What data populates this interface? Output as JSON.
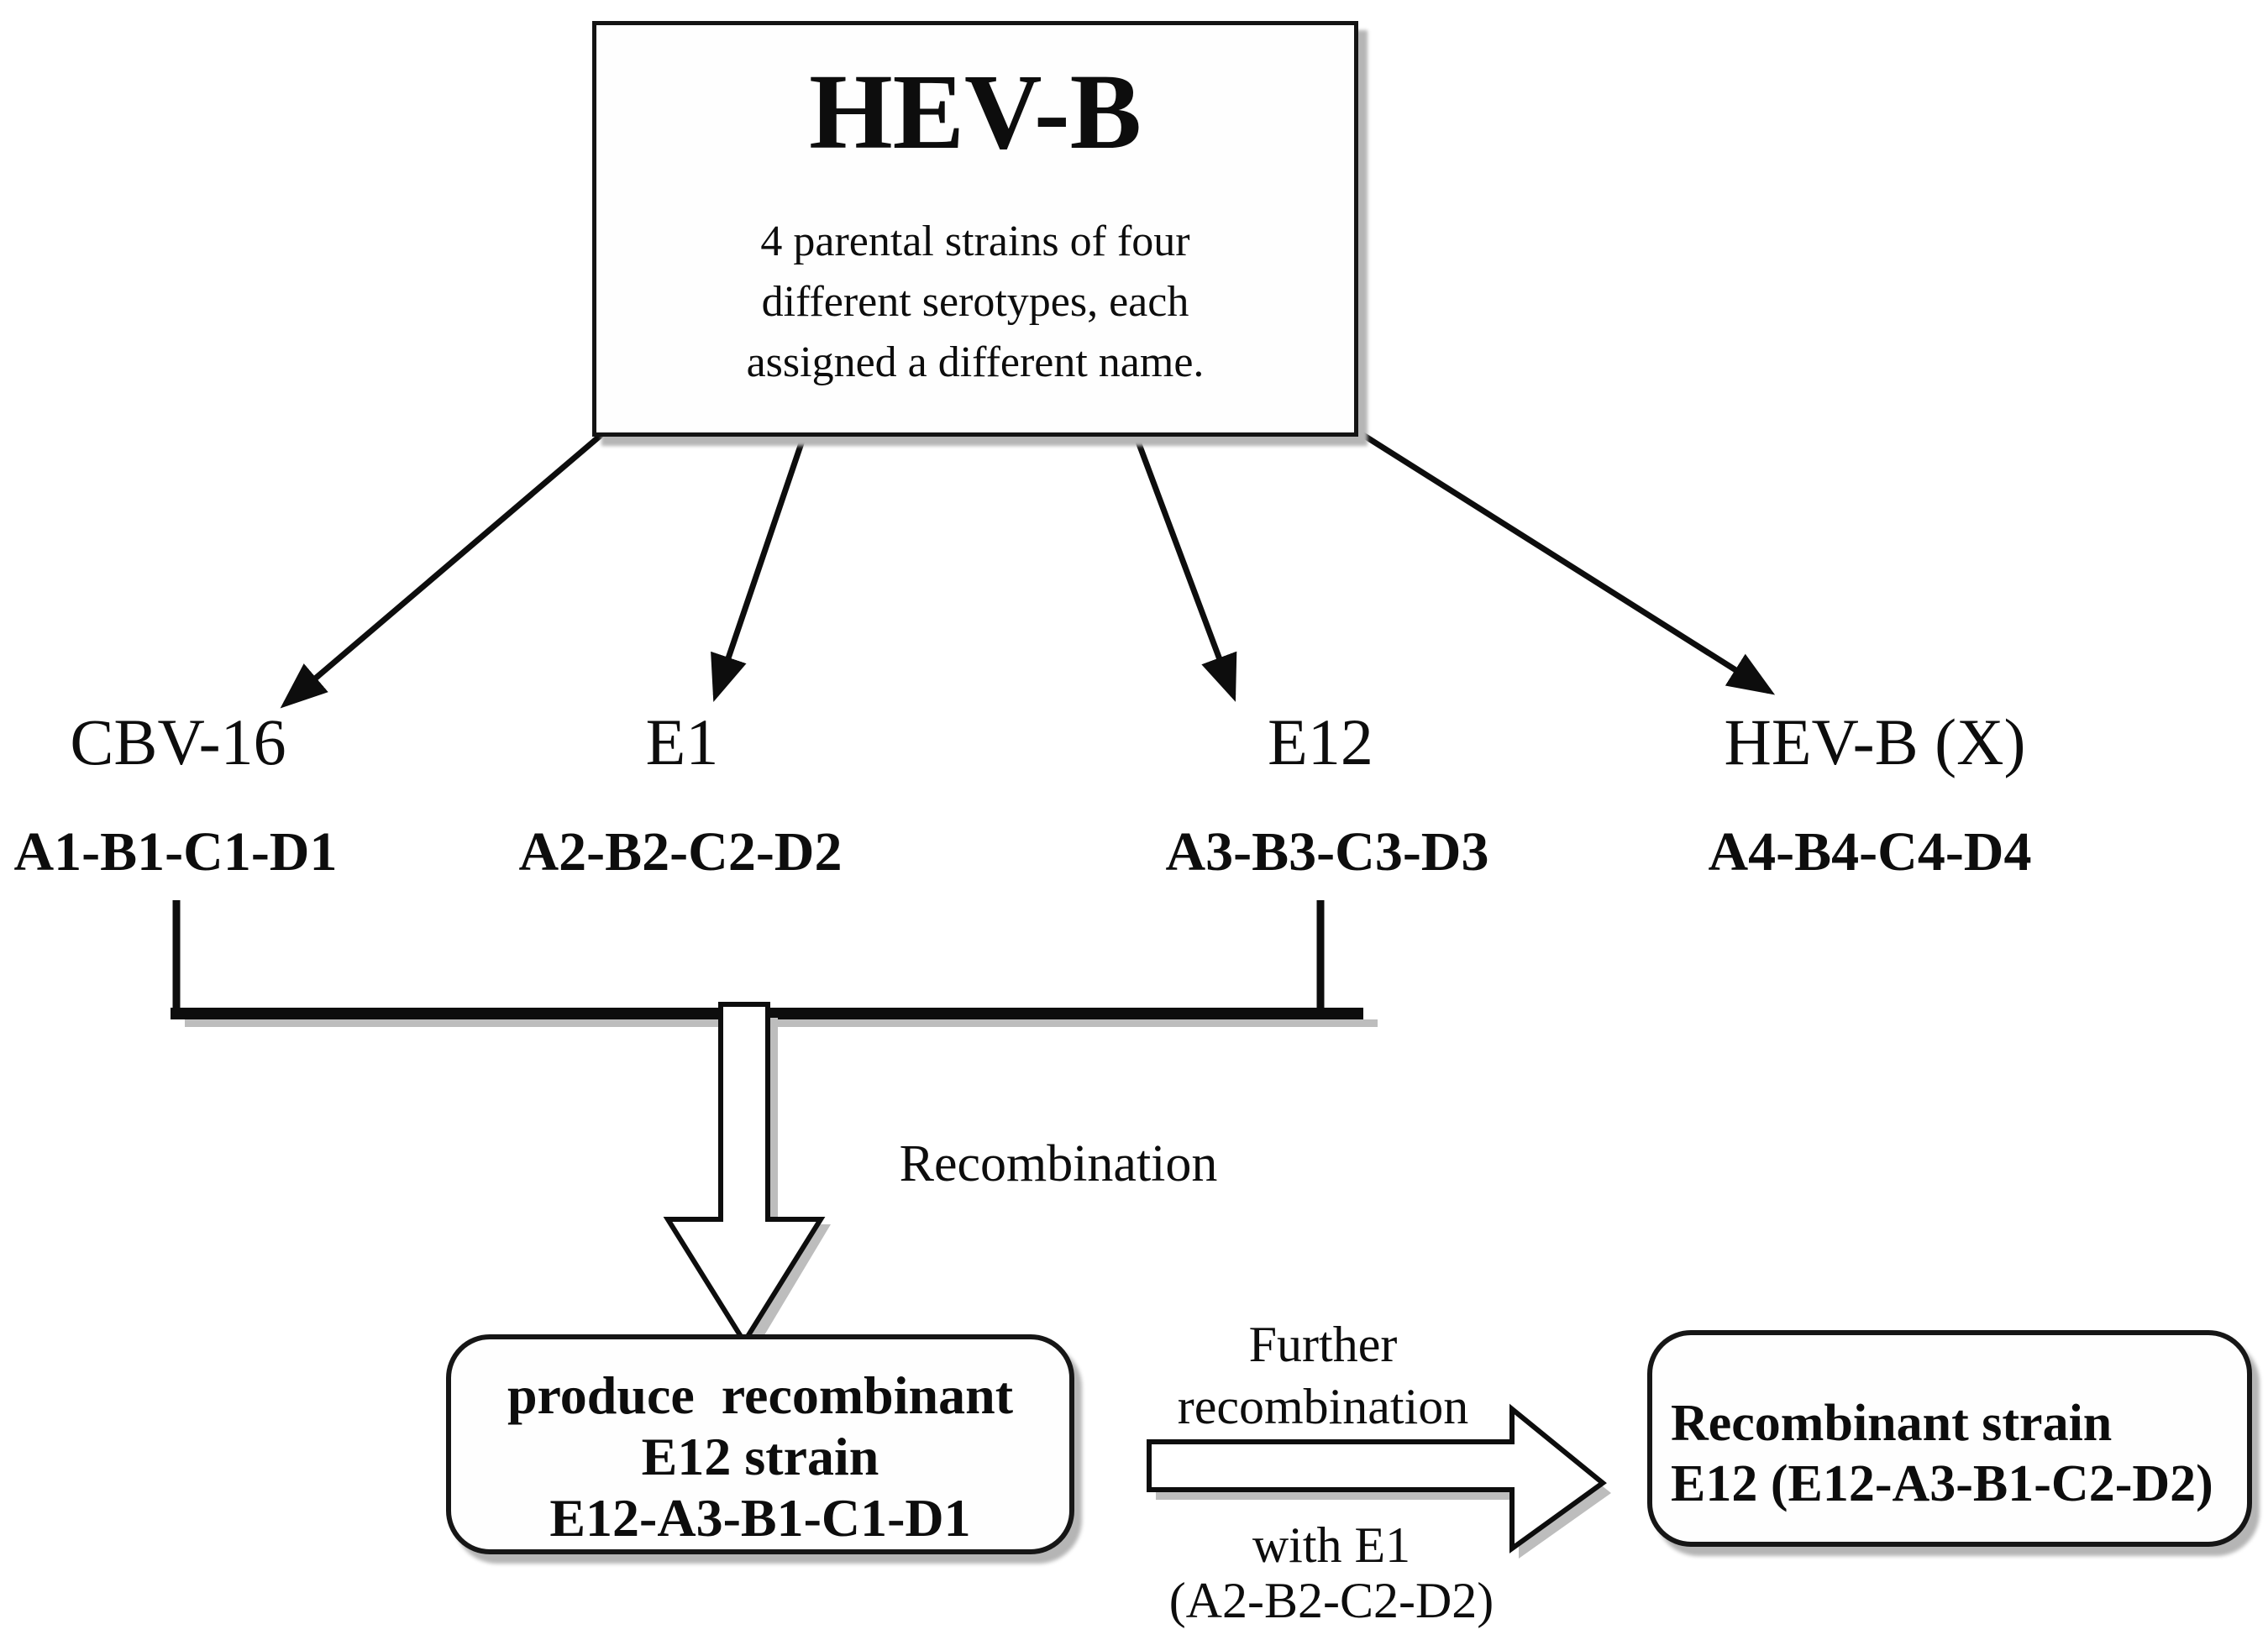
{
  "figure": {
    "background": "#ffffff",
    "ink": "#0d0d0d",
    "shadow": "#b5b5b5"
  },
  "root": {
    "title": "HEV-B",
    "description_line1": "4 parental strains of four",
    "description_line2": "different serotypes, each",
    "description_line3": "assigned a different name."
  },
  "strains": [
    {
      "name": "CBV-16",
      "genome": "A1-B1-C1-D1"
    },
    {
      "name": "E1",
      "genome": "A2-B2-C2-D2"
    },
    {
      "name": "E12",
      "genome": "A3-B3-C3-D3"
    },
    {
      "name": "HEV-B (X)",
      "genome": "A4-B4-C4-D4"
    }
  ],
  "recombination": {
    "arrow_label": "Recombination",
    "product_line1": "produce  recombinant",
    "product_line2": "E12 strain",
    "product_line3": "E12-A3-B1-C1-D1"
  },
  "further_recombination": {
    "label_line1": "Further",
    "label_line2": "recombination",
    "label_line3": "with E1",
    "label_line4": "(A2-B2-C2-D2)",
    "result_line1": "Recombinant strain",
    "result_line2": "E12 (E12-A3-B1-C2-D2)"
  }
}
